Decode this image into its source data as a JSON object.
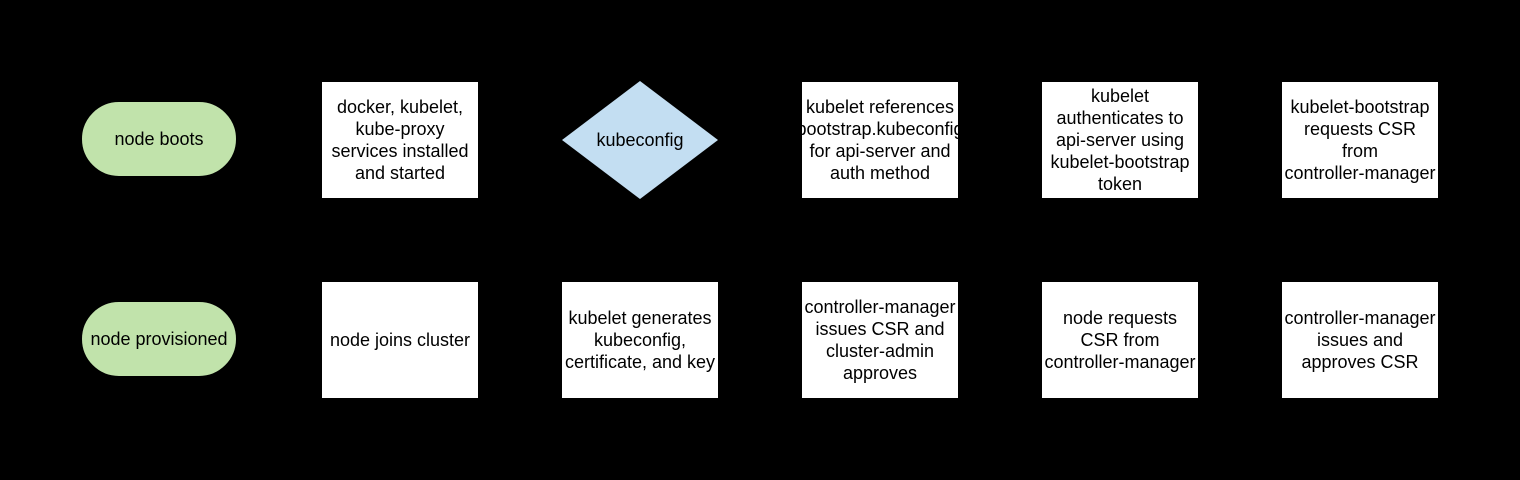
{
  "colors": {
    "canvas_bg": "#000000",
    "terminal_fill": "#c1e3ab",
    "decision_fill": "#c3def2",
    "process_fill": "#ffffff",
    "stroke_color": "#000000",
    "text_color": "#000000"
  },
  "diagram": {
    "type": "flowchart",
    "rows": 2,
    "columns": 6
  },
  "nodes": {
    "node_boots": {
      "shape": "terminal",
      "label": "node boots"
    },
    "services_installed": {
      "shape": "process",
      "label": "docker, kubelet,\nkube-proxy\nservices installed\nand started"
    },
    "kubeconfig_decision": {
      "shape": "decision",
      "label": "kubeconfig"
    },
    "kubelet_references": {
      "shape": "process",
      "label": "kubelet references\nbootstrap.kubeconfig\nfor api-server and\nauth method"
    },
    "kubelet_authenticates": {
      "shape": "process",
      "label": "kubelet\nauthenticates to\napi-server using\nkubelet-bootstrap\ntoken"
    },
    "kubelet_bootstrap_requests": {
      "shape": "process",
      "label": "kubelet-bootstrap\nrequests CSR\nfrom\ncontroller-manager"
    },
    "node_provisioned": {
      "shape": "terminal",
      "label": "node provisioned"
    },
    "node_joins_cluster": {
      "shape": "process",
      "label": "node joins cluster"
    },
    "kubelet_generates": {
      "shape": "process",
      "label": "kubelet generates\nkubeconfig,\ncertificate, and key"
    },
    "cm_issues_admin_approves": {
      "shape": "process",
      "label": "controller-manager\nissues CSR and\ncluster-admin\napproves"
    },
    "node_requests_csr": {
      "shape": "process",
      "label": "node requests\nCSR from\ncontroller-manager"
    },
    "cm_issues_approves": {
      "shape": "process",
      "label": "controller-manager\nissues and\napproves CSR"
    }
  }
}
